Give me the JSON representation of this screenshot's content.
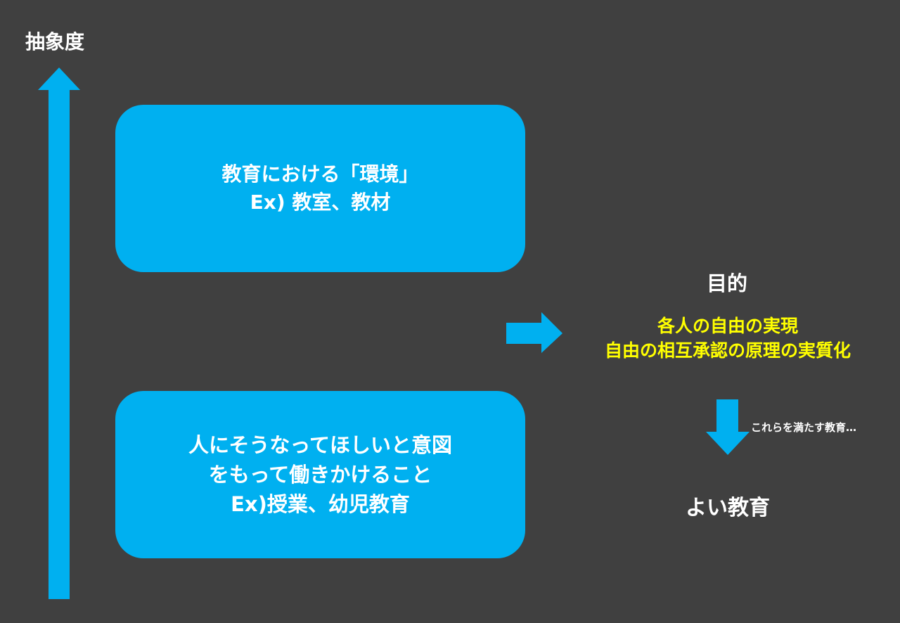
{
  "axis": {
    "label": "抽象度"
  },
  "boxes": {
    "environment": {
      "line1": "教育における「環境」",
      "line2": "Ex)  教室、教材"
    },
    "intention": {
      "line1": "人にそうなってほしいと意図",
      "line2": "をもって働きかけること",
      "line3": "Ex)授業、幼児教育"
    }
  },
  "purpose": {
    "title": "目的",
    "line1": "各人の自由の実現",
    "line2": "自由の相互承認の原理の実質化"
  },
  "note": "これらを満たす教育…",
  "result": "よい教育",
  "colors": {
    "background": "#404040",
    "accent": "#00b0f0",
    "highlight": "#ffff00",
    "text": "#ffffff"
  }
}
